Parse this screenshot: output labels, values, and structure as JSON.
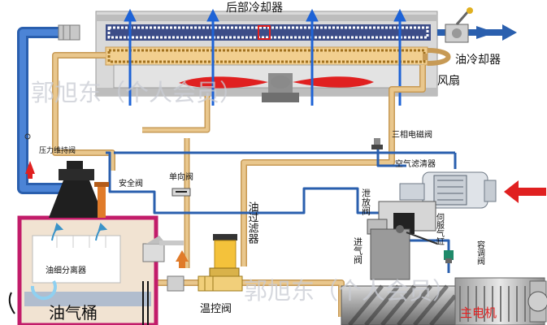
{
  "labels": {
    "rear_cooler": "后部冷却器",
    "oil_cooler": "油冷却器",
    "fan": "风扇",
    "pressure_valve": "压力维持阀",
    "safety_valve": "安全阀",
    "check_valve": "单向阀",
    "solenoid_valve": "三相电磁阀",
    "air_filter": "空气滤清器",
    "oil_filter": "油过滤器",
    "vent_valve": "泄放阀",
    "intake_valve": "进气阀",
    "servo_cylinder": "伺服气缸",
    "regulating_valve": "容调阀",
    "oil_separator": "油细分离器",
    "oil_tank": "油气桶",
    "thermostatic_valve": "温控阀",
    "main_motor": "主电机"
  },
  "watermarks": [
    "郭旭东（个人会员）",
    "郭旭东（个人会员）"
  ],
  "colors": {
    "air_pipe": "#2a5fae",
    "oil_pipe": "#e9c78d",
    "oil_pipe_edge": "#c79a55",
    "flow_arrow": "#1e63d6",
    "hot_arrow": "#e02020",
    "tank_frame": "#c21c6a"
  }
}
